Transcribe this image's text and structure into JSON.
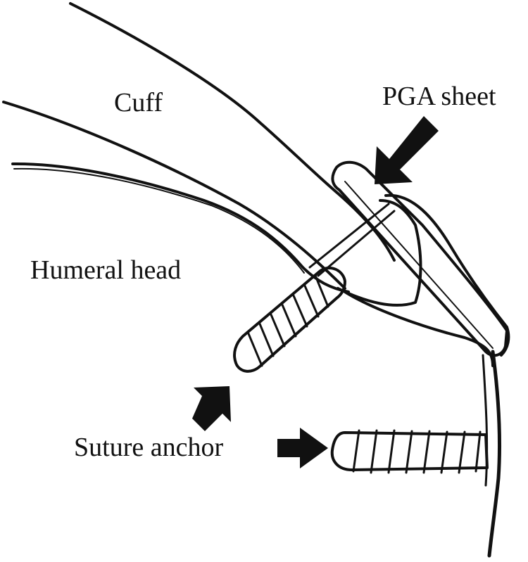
{
  "labels": {
    "cuff": "Cuff",
    "pga_sheet": "PGA sheet",
    "humeral_head": "Humeral head",
    "suture_anchor": "Suture anchor"
  },
  "colors": {
    "ink": "#111111",
    "background": "#ffffff"
  }
}
